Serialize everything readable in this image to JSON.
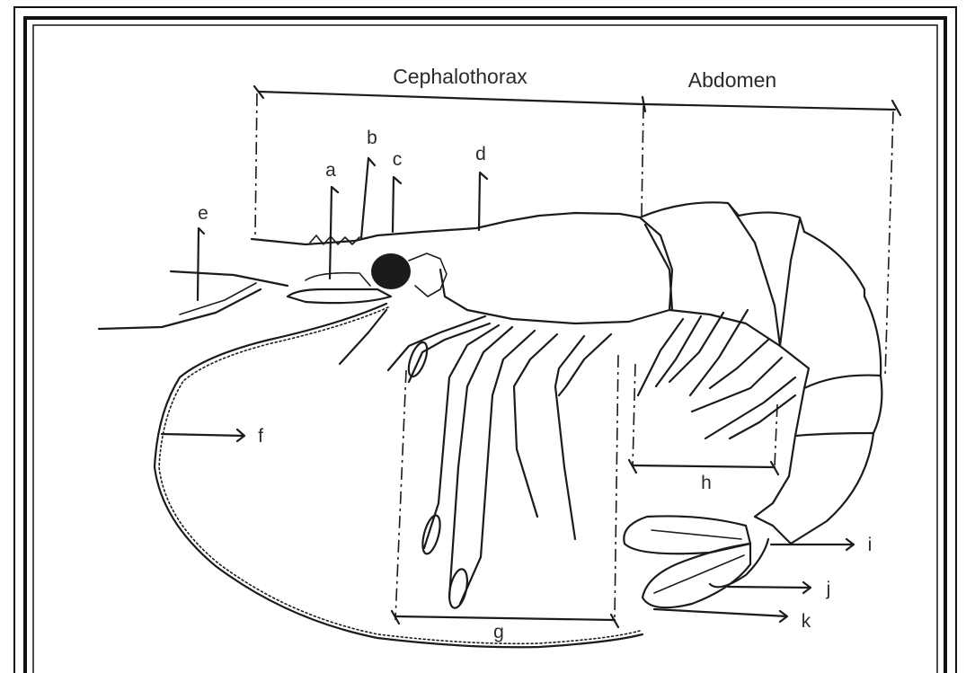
{
  "regions": {
    "cephalothorax": "Cephalothorax",
    "abdomen": "Abdomen"
  },
  "labels": {
    "a": "a",
    "b": "b",
    "c": "c",
    "d": "d",
    "e": "e",
    "f": "f",
    "g": "g",
    "h": "h",
    "i": "i",
    "j": "j",
    "k": "k"
  }
}
